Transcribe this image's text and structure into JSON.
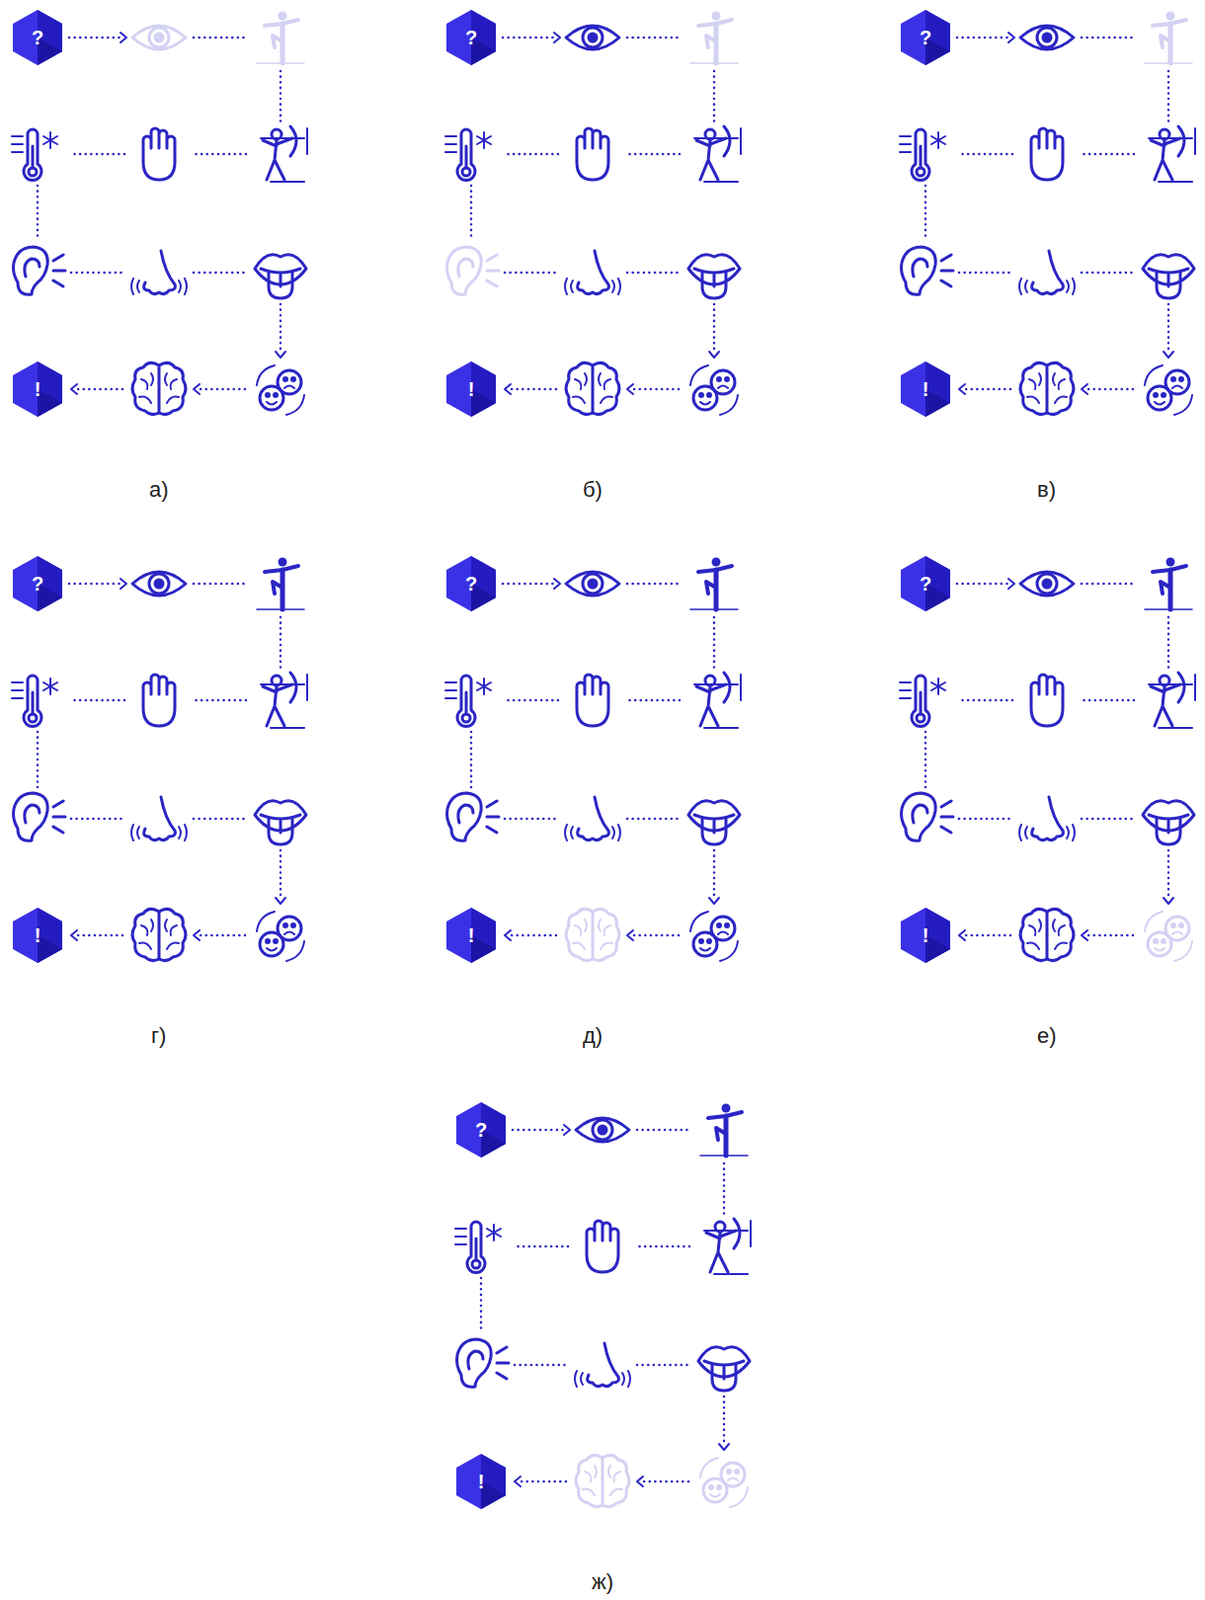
{
  "diagram": {
    "nodes": [
      {
        "text": [
          "?"
        ]
      },
      {
        "text": [
          "!"
        ]
      },
      {
        "text": [
          "?"
        ]
      },
      {
        "text": [
          "!"
        ]
      },
      {
        "text": [
          "?"
        ]
      },
      {
        "text": [
          "!"
        ]
      },
      {
        "text": [
          "?"
        ]
      },
      {
        "text": [
          "!"
        ]
      },
      {
        "text": [
          "?"
        ]
      },
      {
        "text": [
          "!"
        ]
      },
      {
        "text": [
          "?"
        ]
      },
      {
        "text": [
          "!"
        ]
      },
      {
        "text": [
          "?"
        ]
      },
      {
        "text": [
          "!"
        ]
      }
    ],
    "labels": [
      "а)",
      "б)",
      "в)",
      "г)",
      "д)",
      "е)",
      "ж)"
    ]
  }
}
